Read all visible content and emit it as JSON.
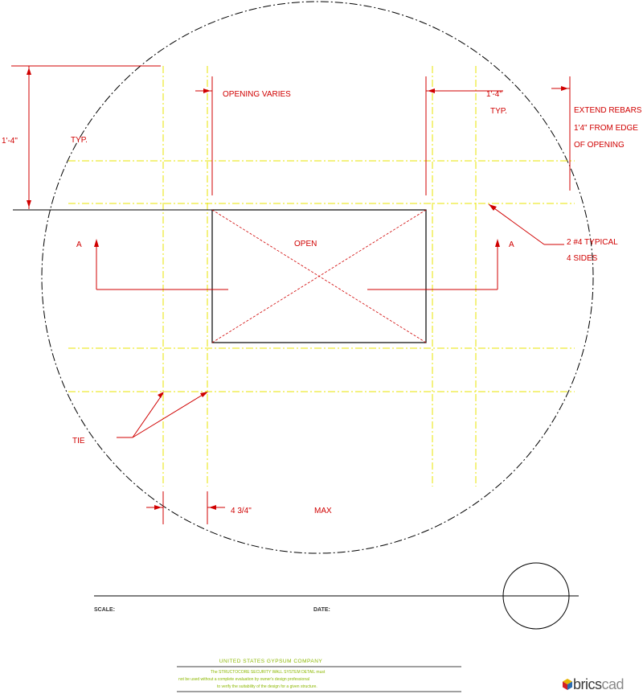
{
  "labels": {
    "opening_varies": "OPENING VARIES",
    "dim_top_right": "1'-4\"",
    "typ_right": "TYP.",
    "extend_line1": "EXTEND REBARS",
    "extend_line2": "1'4\" FROM EDGE",
    "extend_line3": "OF OPENING",
    "dim_left": "1'-4\"",
    "typ_left": "TYP.",
    "open": "OPEN",
    "section_left": "A",
    "section_right": "A",
    "rebar_line1": "2 #4 TYPICAL",
    "rebar_line2": "4 SIDES",
    "tie": "TIE",
    "dim_bottom": "4 3/4\"",
    "max": "MAX"
  },
  "title_block": {
    "scale_label": "SCALE:",
    "date_label": "DATE:",
    "company": "UNITED STATES GYPSUM COMPANY",
    "note_line1": "The STRUCTOCORE SECURITY WALL SYSTEM DETAIL must",
    "note_line2": "not be used without a complete evaluation by owner's design professional",
    "note_line3": "to verify the suitability of the design for a given structure."
  },
  "brand": {
    "text_main": "brics",
    "text_suffix": "cad"
  },
  "colors": {
    "dimension": "#d00000",
    "rebar": "#e8e400",
    "outline": "#000000",
    "company_text": "#8cb800"
  }
}
